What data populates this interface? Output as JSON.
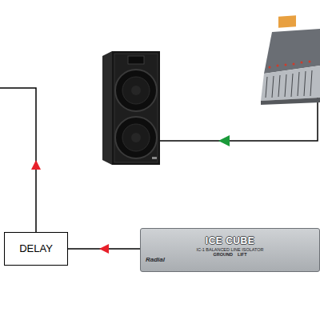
{
  "diagram": {
    "nodes": [
      {
        "text": [
          "DELAY"
        ]
      },
      {
        "text": [
          "ICE CUBE",
          "IC-1 BALANCED LINE ISOLATOR",
          "GROUND",
          "LIFT",
          "Radial"
        ]
      }
    ],
    "edges": [
      {
        "from": 1,
        "to": 0,
        "arrow": "to"
      }
    ]
  }
}
